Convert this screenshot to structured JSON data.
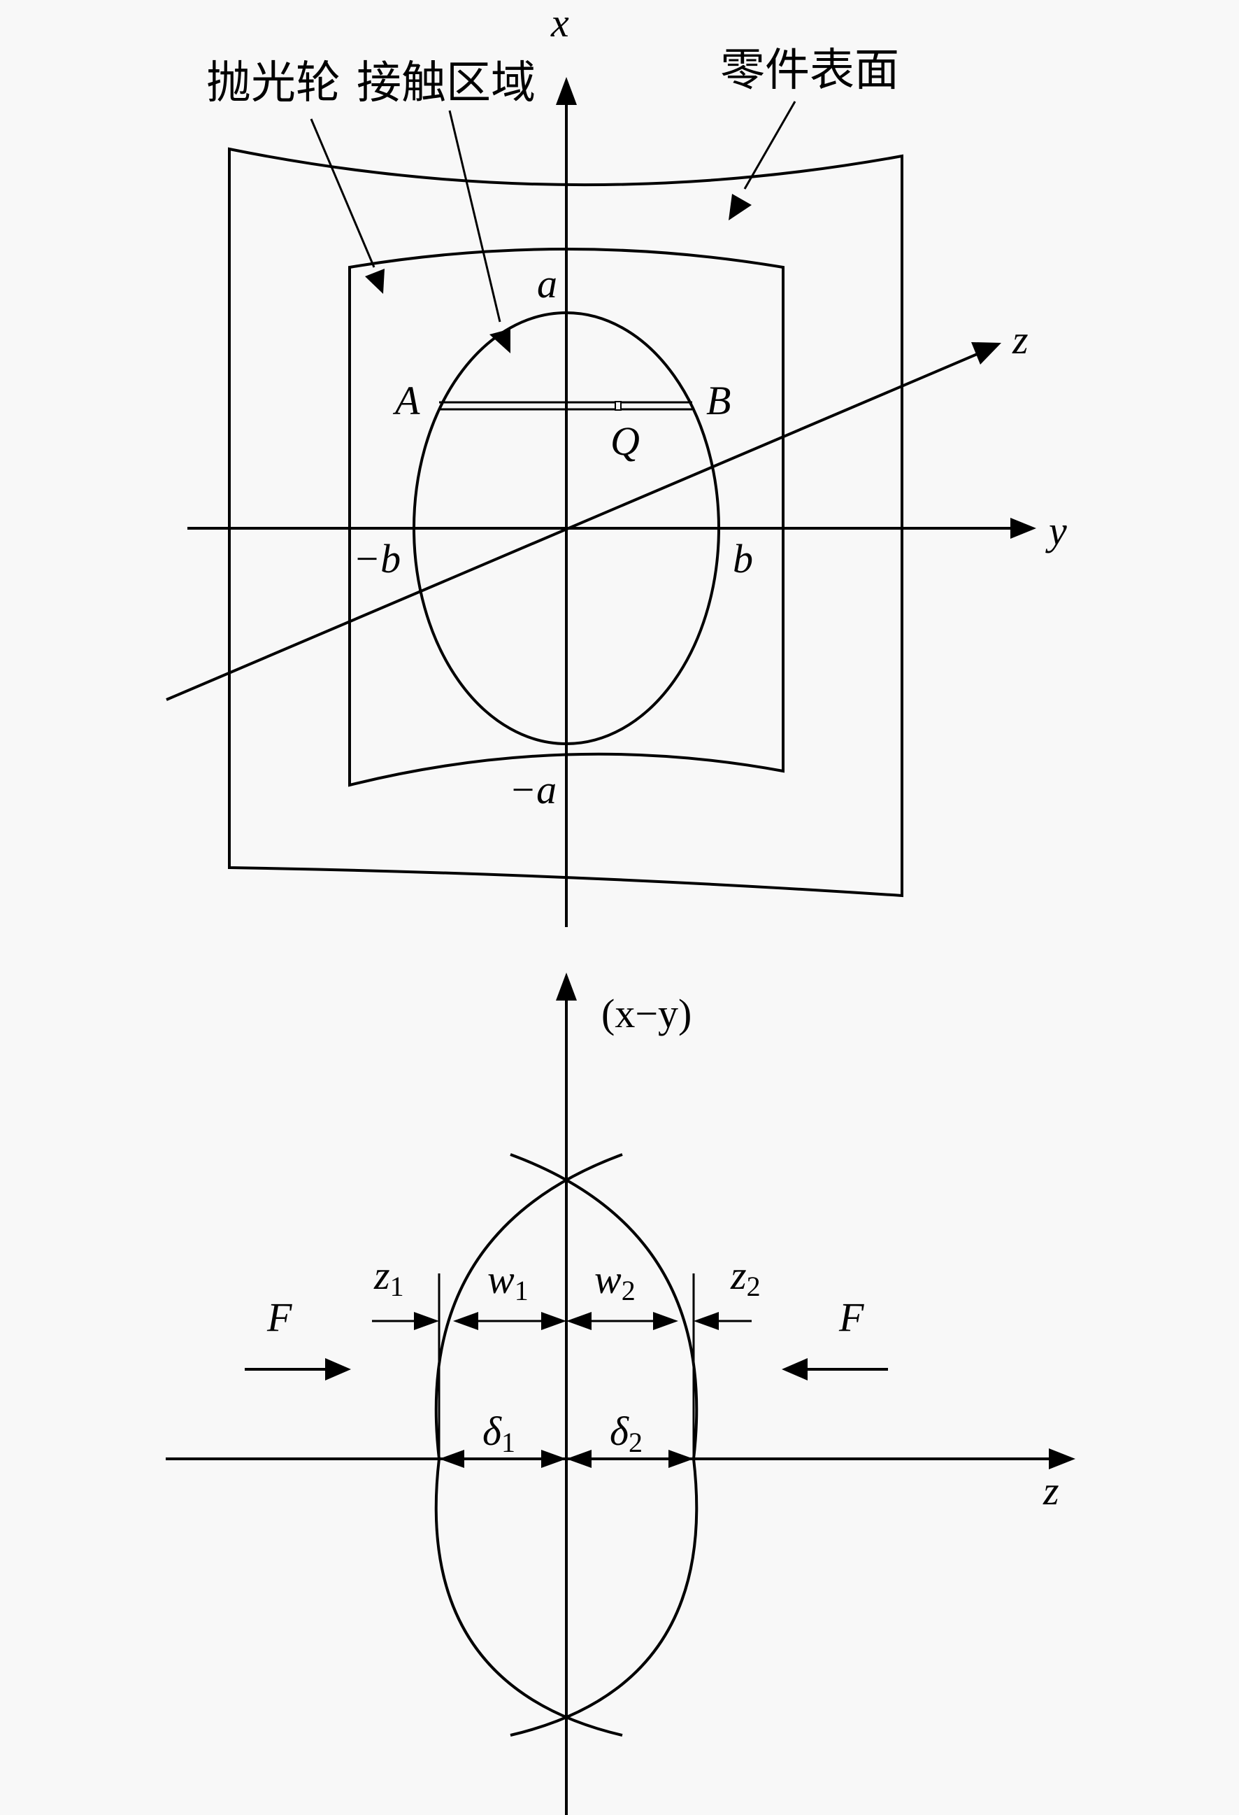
{
  "top": {
    "callouts": {
      "wheel": "抛光轮",
      "contact": "接触区域",
      "surface": "零件表面"
    },
    "axes": {
      "x": "x",
      "y": "y",
      "z": "z"
    },
    "points": {
      "a": "a",
      "neg_a": "−a",
      "b": "b",
      "neg_b": "−b",
      "A": "A",
      "B": "B",
      "Q": "Q"
    }
  },
  "bottom": {
    "vertical_axis": "(x−y)",
    "z_axis": "z",
    "force_left": "F",
    "force_right": "F",
    "z1": {
      "base": "z",
      "sub": "1"
    },
    "z2": {
      "base": "z",
      "sub": "2"
    },
    "w1": {
      "base": "w",
      "sub": "1"
    },
    "w2": {
      "base": "w",
      "sub": "2"
    },
    "d1": {
      "base": "δ",
      "sub": "1"
    },
    "d2": {
      "base": "δ",
      "sub": "2"
    }
  }
}
